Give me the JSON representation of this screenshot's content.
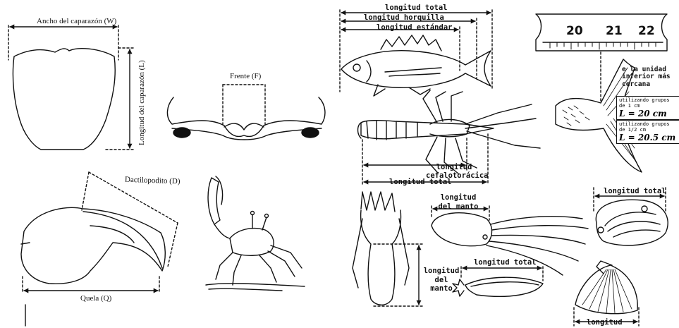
{
  "crab": {
    "carapace_width": "Ancho del caparazón (W)",
    "carapace_length": "Longitud del caparazón (L)",
    "front": "Frente (F)",
    "dactylopodite": "Dactilopodito (D)",
    "claw": "Quela (Q)"
  },
  "fish": {
    "total_length": "longitud total",
    "fork_length": "longitud horquilla",
    "standard_length": "longitud estándar"
  },
  "ruler": {
    "numbers": [
      "20",
      "21",
      "22"
    ],
    "note": "e la unidad inferior más cercana",
    "box1_small": "utilizando grupos de 1 cm",
    "box1_value": "L = 20 cm",
    "box2_small": "utilizando grupos de 1/2 cm",
    "box2_value": "L = 20.5 cm"
  },
  "shrimp": {
    "cephalothorax": "longitud cefalotorácica",
    "total_length": "longitud total"
  },
  "cephalopods": {
    "octopus_mantle": "longitud del manto",
    "squid_mantle": "longitud del manto",
    "squid_total": "longitud total"
  },
  "mollusks": {
    "abalone_total": "longitud total",
    "scallop_length": "longitud"
  },
  "colors": {
    "ink": "#111111",
    "background": "#ffffff"
  }
}
